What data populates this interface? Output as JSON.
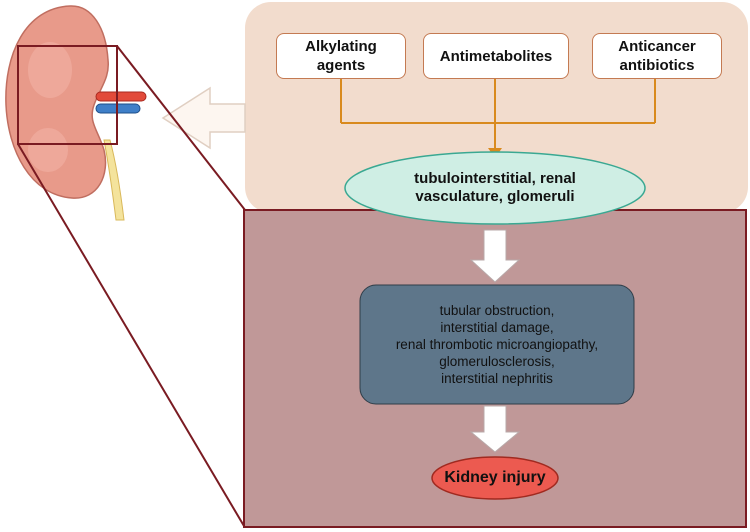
{
  "drugs": [
    {
      "label": "Alkylating agents"
    },
    {
      "label": "Antimetabolites"
    },
    {
      "label": "Anticancer antibiotics"
    }
  ],
  "targets": {
    "label": "tubulointerstitial, renal vasculature, glomeruli"
  },
  "mechanisms": {
    "lines": [
      "tubular obstruction,",
      "interstitial damage,",
      "renal thrombotic microangiopathy,",
      "glomerulosclerosis,",
      "interstitial nephritis"
    ]
  },
  "outcome": {
    "label": "Kidney injury"
  },
  "colors": {
    "top_panel": "#f2dccd",
    "bottom_panel": "#c09898",
    "bottom_border": "#7a1b22",
    "connector": "#d98a1e",
    "ellipse_fill": "#cfeee4",
    "ellipse_stroke": "#3aa892",
    "mech_box": "#5e768a",
    "outcome_fill": "#ec5a50",
    "kidney": "#e89a8a"
  },
  "icons": [
    "kidney-illustration",
    "left-arrow",
    "down-arrow"
  ]
}
